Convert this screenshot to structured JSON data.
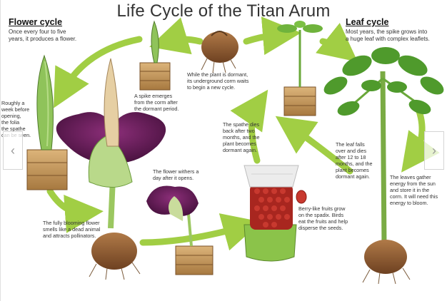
{
  "title": "Life Cycle of the Titan Arum",
  "flower_cycle": {
    "heading": "Flower cycle",
    "desc": [
      "Once every four to five",
      "years, it produces a flower."
    ]
  },
  "leaf_cycle": {
    "heading": "Leaf cycle",
    "desc": [
      "Most years, the spike grows into",
      "a huge leaf with complex leaflets."
    ]
  },
  "captions": {
    "roughly_week": [
      "Roughly a",
      "week before",
      "opening,",
      "the folia",
      "the spathe",
      "can be seen."
    ],
    "spike_emerges": [
      "A spike emerges",
      "from the corm after",
      "the dormant period."
    ],
    "dormant": [
      "While the plant is dormant,",
      "its underground corm waits",
      "to begin a new cycle."
    ],
    "spathe_dies": [
      "The spathe dies",
      "back after two",
      "months, and the",
      "plant becomes",
      "dormant again."
    ],
    "leaf_falls": [
      "The leaf falls",
      "over and dies",
      "after 12 to 18",
      "months, and the",
      "plant becomes",
      "dormant again."
    ],
    "withers": [
      "The flower withers a",
      "day after it opens."
    ],
    "berries": [
      "Berry-like fruits grow",
      "on the spadix. Birds",
      "eat the fruits and help",
      "disperse the seeds."
    ],
    "leaves_gather": [
      "The leaves gather",
      "energy from the sun",
      "and store it in the",
      "corm. It will need this",
      "energy to bloom."
    ],
    "blooming": [
      "The fully blooming flower",
      "smells like a dead animal",
      "and attracts pollinators."
    ]
  },
  "nav": {
    "prev": "‹",
    "next": "›"
  },
  "colors": {
    "arrow": "#9ccc3a",
    "spathe": "#6b1f5c",
    "leaf": "#4f9a2c",
    "box": "#c99a5b",
    "corm": "#8a5a33",
    "berry": "#a8261f"
  }
}
